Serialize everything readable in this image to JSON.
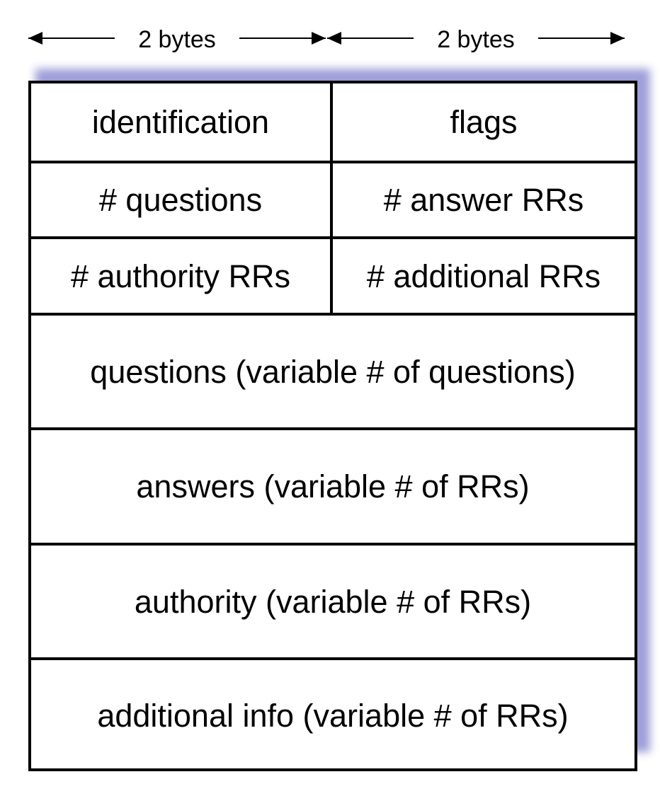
{
  "header": {
    "left_label": "2 bytes",
    "right_label": "2 bytes"
  },
  "table": {
    "rows": [
      {
        "left": "identification",
        "right": "flags"
      },
      {
        "left": "# questions",
        "right": "# answer RRs"
      },
      {
        "left": "# authority RRs",
        "right": "# additional RRs"
      },
      {
        "full": "questions (variable # of questions)"
      },
      {
        "full": "answers (variable # of RRs)"
      },
      {
        "full": "authority (variable # of RRs)"
      },
      {
        "full": "additional info (variable # of RRs)"
      }
    ]
  }
}
